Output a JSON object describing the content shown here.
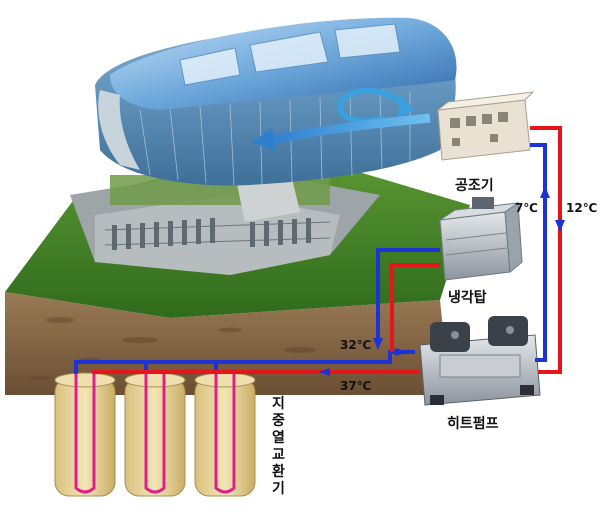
{
  "labels": {
    "air_handler": "공조기",
    "cooling_tower": "냉각탑",
    "heat_pump": "히트펌프",
    "ground_heat_exchanger": "지중열교환기"
  },
  "temperatures": {
    "supply_to_air_handler": "7℃",
    "return_from_air_handler": "12℃",
    "ground_supply": "32℃",
    "ground_return": "37℃"
  },
  "colors": {
    "hot_pipe": "#e8141b",
    "cold_pipe": "#1d33d6",
    "airflow_arrow": "#3aa0e0",
    "grass": "#3f7f23",
    "soil": "#8a6a45",
    "borehole": "#e6d29a"
  }
}
